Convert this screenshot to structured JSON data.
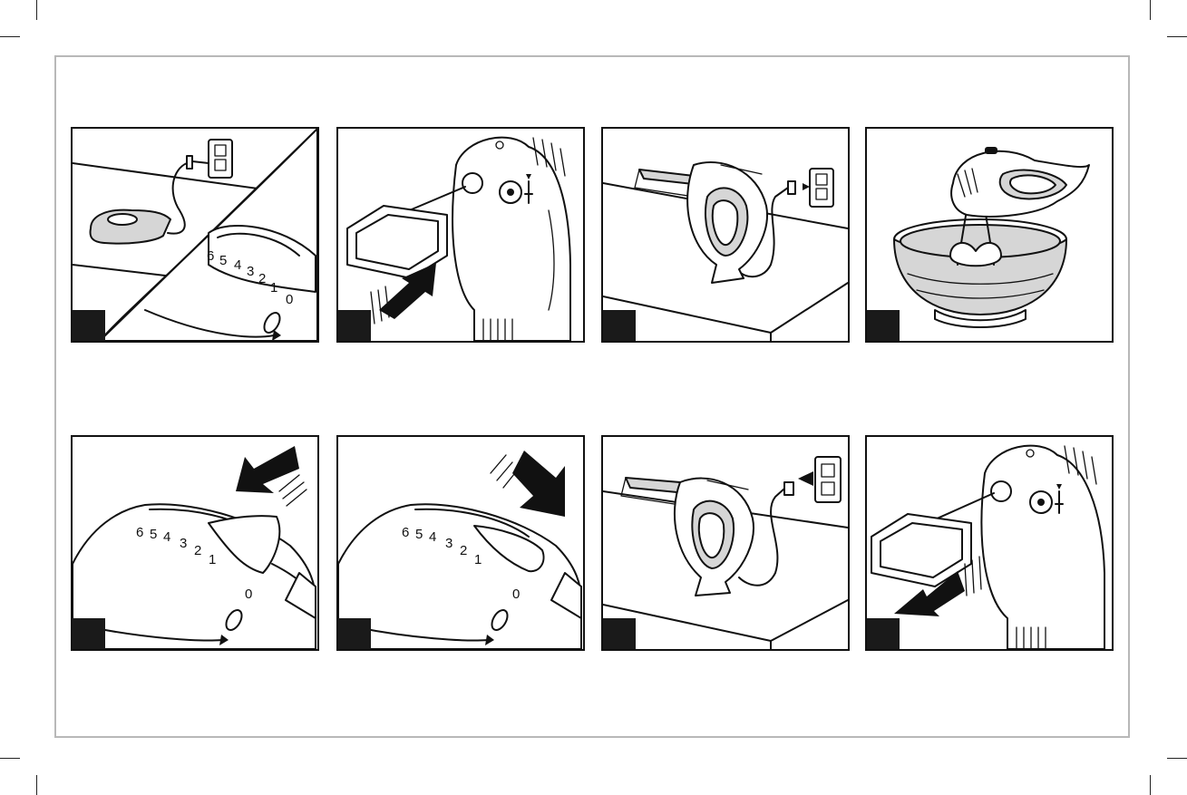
{
  "page": {
    "panels": [
      {
        "id": 1,
        "step_label": "",
        "scene": "unplug-cord-speed-off"
      },
      {
        "id": 2,
        "step_label": "",
        "scene": "insert-beater"
      },
      {
        "id": 3,
        "step_label": "",
        "scene": "plug-in-mixer-resting"
      },
      {
        "id": 4,
        "step_label": "",
        "scene": "mixing-in-bowl"
      },
      {
        "id": 5,
        "step_label": "",
        "scene": "slide-switch-up"
      },
      {
        "id": 6,
        "step_label": "",
        "scene": "slide-switch-down"
      },
      {
        "id": 7,
        "step_label": "",
        "scene": "unplug-mixer-resting"
      },
      {
        "id": 8,
        "step_label": "",
        "scene": "eject-beater"
      }
    ],
    "speed_dial": {
      "marks": [
        "6",
        "5",
        "4",
        "3",
        "2",
        "1"
      ],
      "off": "0"
    },
    "colors": {
      "ink": "#111111",
      "frame": "#b8b8b8",
      "fill": "#d6d6d6"
    }
  }
}
